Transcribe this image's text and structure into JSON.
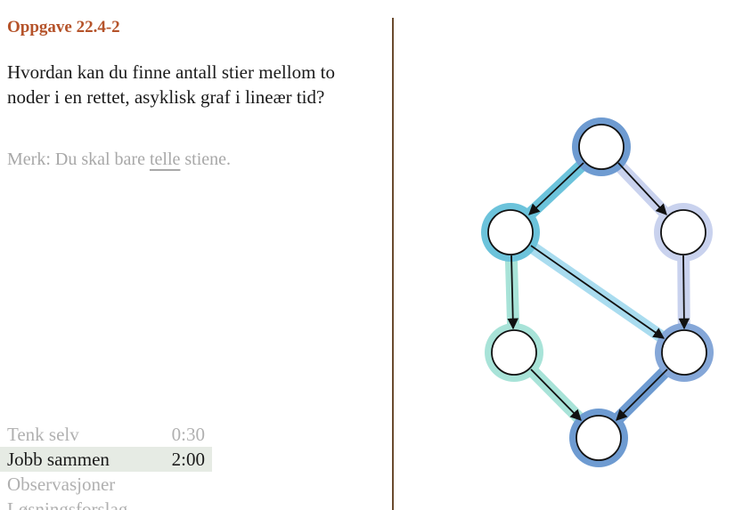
{
  "exercise": {
    "title": "Oppgave 22.4-2",
    "question": "Hvordan kan du finne antall stier mellom to noder i en rettet, asyklisk graf i lineær tid?",
    "note_prefix": "Merk: Du skal bare ",
    "note_underlined": "telle",
    "note_suffix": " stiene."
  },
  "steps": [
    {
      "label": "Tenk selv",
      "time": "0:30",
      "active": false
    },
    {
      "label": "Jobb sammen",
      "time": "2:00",
      "active": true
    },
    {
      "label": "Observasjoner",
      "time": "",
      "active": false
    },
    {
      "label": "Løsningsforslag",
      "time": "",
      "active": false
    }
  ],
  "colors": {
    "title": "#b5532a",
    "divider": "#6b4a2e",
    "active_step_bg": "#e6ebe4",
    "highlight_cyan": "#6cc3db",
    "highlight_lavender": "#c9d2ee",
    "highlight_teal": "#a8e3d8",
    "highlight_lightblue": "#a9dcef",
    "highlight_blue": "#6e9bd1",
    "node_fill": "#ffffff",
    "node_stroke": "#111111"
  },
  "graph": {
    "nodes": [
      "top",
      "mid-left",
      "mid-right",
      "low-left",
      "low-right",
      "bottom"
    ],
    "edges": [
      {
        "from": "top",
        "to": "mid-left"
      },
      {
        "from": "top",
        "to": "mid-right"
      },
      {
        "from": "mid-left",
        "to": "low-left"
      },
      {
        "from": "mid-left",
        "to": "low-right"
      },
      {
        "from": "mid-right",
        "to": "low-right"
      },
      {
        "from": "low-left",
        "to": "bottom"
      },
      {
        "from": "low-right",
        "to": "bottom"
      }
    ]
  }
}
